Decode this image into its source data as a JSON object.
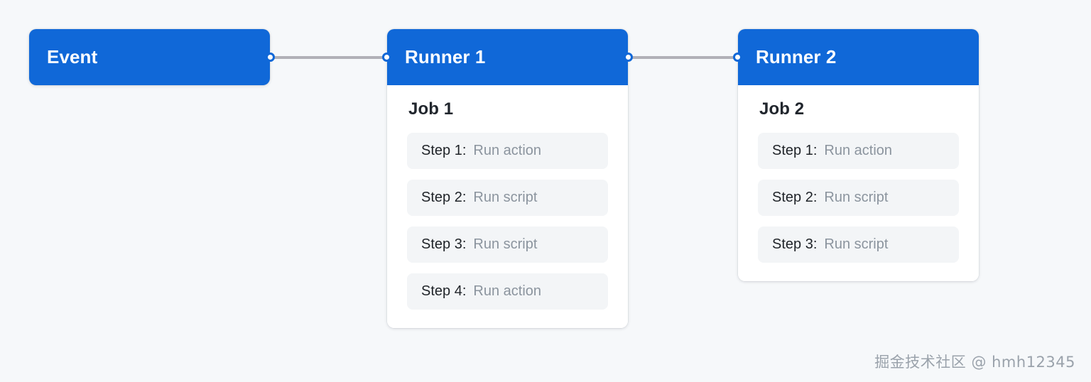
{
  "canvas": {
    "background_color": "#f6f8fa",
    "accent_color": "#1068d8",
    "edge_color": "#b1b1b7",
    "step_row_color": "#f3f5f7"
  },
  "nodes": {
    "event": {
      "label": "Event"
    },
    "runner1": {
      "header_title": "Runner 1",
      "job_title": "Job 1",
      "steps": [
        {
          "key": "Step 1:",
          "value": "Run action"
        },
        {
          "key": "Step 2:",
          "value": "Run script"
        },
        {
          "key": "Step 3:",
          "value": "Run script"
        },
        {
          "key": "Step 4:",
          "value": "Run action"
        }
      ]
    },
    "runner2": {
      "header_title": "Runner 2",
      "job_title": "Job 2",
      "steps": [
        {
          "key": "Step 1:",
          "value": "Run action"
        },
        {
          "key": "Step 2:",
          "value": "Run script"
        },
        {
          "key": "Step 3:",
          "value": "Run script"
        }
      ]
    }
  },
  "edges": [
    {
      "from": "event",
      "to": "runner1"
    },
    {
      "from": "runner1",
      "to": "runner2"
    }
  ],
  "watermark": {
    "text": "掘金技术社区 @ hmh12345"
  }
}
